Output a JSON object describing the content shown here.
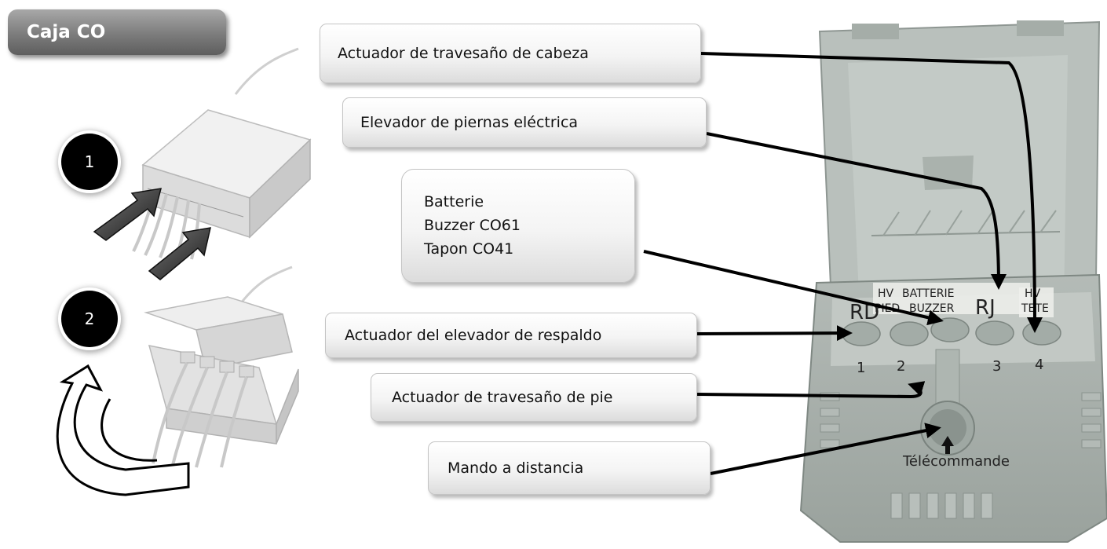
{
  "title": "Caja CO",
  "steps": [
    "1",
    "2"
  ],
  "callouts": {
    "head_crossbar": "Actuador de travesaño de cabeza",
    "leg_lifter": "Elevador de piernas eléctrica",
    "battery_lines": [
      "Batterie",
      "Buzzer CO61",
      "Tapon CO41"
    ],
    "backrest": "Actuador del elevador de respaldo",
    "foot_crossbar": "Actuador de travesaño de pie",
    "remote": "Mando a distancia"
  },
  "photo_labels": {
    "rd": "RD",
    "hv_pied_1": "HV",
    "hv_pied_2": "PIED",
    "batterie": "BATTERIE",
    "buzzer": "BUZZER",
    "rj": "RJ",
    "hv_tete_1": "HV",
    "hv_tete_2": "TETE",
    "n1": "1",
    "n2": "2",
    "n3": "3",
    "n4": "4",
    "telecommande": "Télécommande"
  }
}
